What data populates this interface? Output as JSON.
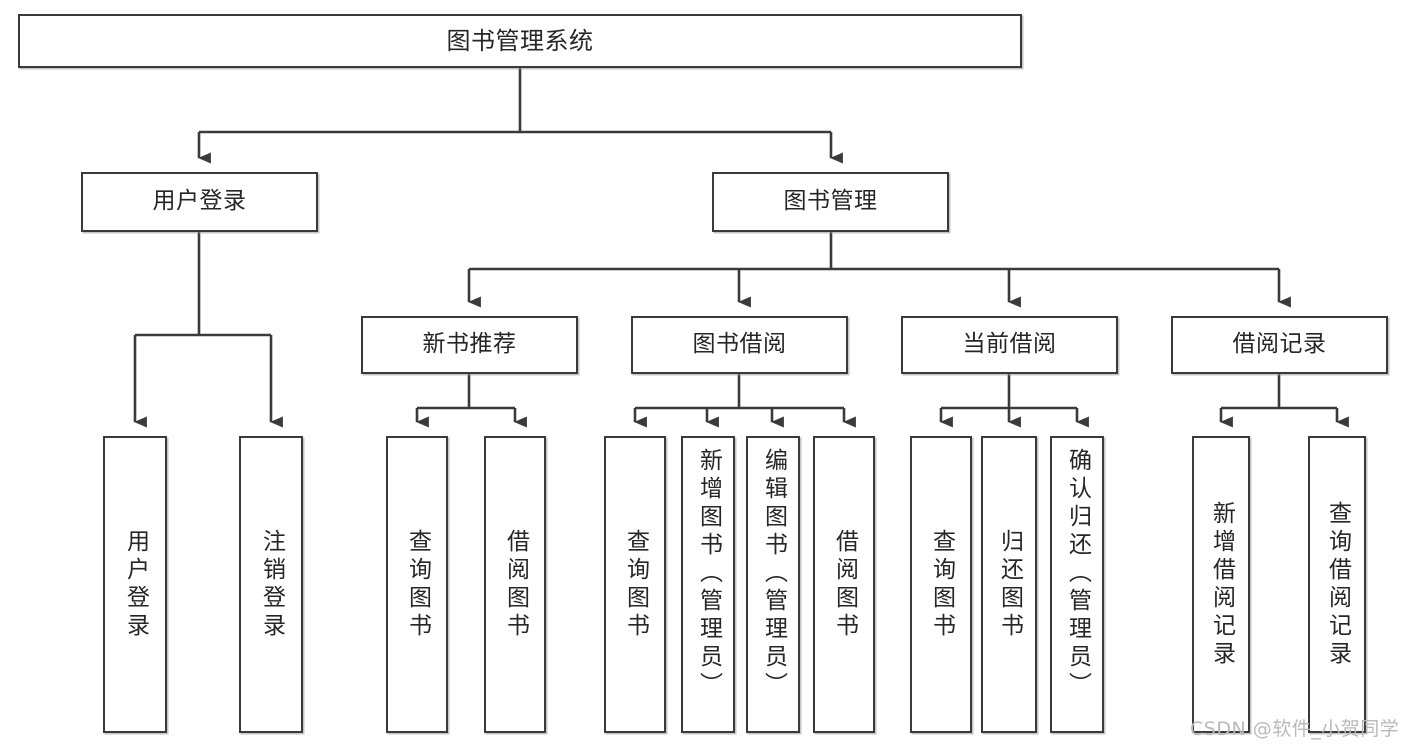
{
  "diagram": {
    "title": "图书管理系统",
    "type": "tree-hierarchy",
    "colors": {
      "stroke": "#3a3a3a",
      "fill": "#ffffff",
      "text": "#262626",
      "watermark": "#b9b9b9"
    },
    "nodes": {
      "root": {
        "label": "图书管理系统",
        "level": 1
      },
      "user_login": {
        "label": "用户登录",
        "level": 2
      },
      "book_manage": {
        "label": "图书管理",
        "level": 2
      },
      "new_book_rec": {
        "label": "新书推荐",
        "level": 3
      },
      "book_borrow": {
        "label": "图书借阅",
        "level": 3
      },
      "current_borrow": {
        "label": "当前借阅",
        "level": 3
      },
      "borrow_record": {
        "label": "借阅记录",
        "level": 3
      },
      "leaf_user_login": {
        "label": "用户登录",
        "level": 4
      },
      "leaf_logout": {
        "label": "注销登录",
        "level": 4
      },
      "leaf_query_book_1": {
        "label": "查询图书",
        "level": 4
      },
      "leaf_borrow_book_1": {
        "label": "借阅图书",
        "level": 4
      },
      "leaf_query_book_2": {
        "label": "查询图书",
        "level": 4
      },
      "leaf_add_book": {
        "label": "新增图书（管理员）",
        "level": 4
      },
      "leaf_edit_book": {
        "label": "编辑图书（管理员）",
        "level": 4
      },
      "leaf_borrow_book_2": {
        "label": "借阅图书",
        "level": 4
      },
      "leaf_query_book_3": {
        "label": "查询图书",
        "level": 4
      },
      "leaf_return_book": {
        "label": "归还图书",
        "level": 4
      },
      "leaf_confirm_return": {
        "label": "确认归还（管理员）",
        "level": 4
      },
      "leaf_add_record": {
        "label": "新增借阅记录",
        "level": 4
      },
      "leaf_query_record": {
        "label": "查询借阅记录",
        "level": 4
      }
    },
    "edges": [
      {
        "from": "root",
        "to": "user_login"
      },
      {
        "from": "root",
        "to": "book_manage"
      },
      {
        "from": "book_manage",
        "to": "new_book_rec"
      },
      {
        "from": "book_manage",
        "to": "book_borrow"
      },
      {
        "from": "book_manage",
        "to": "current_borrow"
      },
      {
        "from": "book_manage",
        "to": "borrow_record"
      },
      {
        "from": "user_login",
        "to": "leaf_user_login"
      },
      {
        "from": "user_login",
        "to": "leaf_logout"
      },
      {
        "from": "new_book_rec",
        "to": "leaf_query_book_1"
      },
      {
        "from": "new_book_rec",
        "to": "leaf_borrow_book_1"
      },
      {
        "from": "book_borrow",
        "to": "leaf_query_book_2"
      },
      {
        "from": "book_borrow",
        "to": "leaf_add_book"
      },
      {
        "from": "book_borrow",
        "to": "leaf_edit_book"
      },
      {
        "from": "book_borrow",
        "to": "leaf_borrow_book_2"
      },
      {
        "from": "current_borrow",
        "to": "leaf_query_book_3"
      },
      {
        "from": "current_borrow",
        "to": "leaf_return_book"
      },
      {
        "from": "current_borrow",
        "to": "leaf_confirm_return"
      },
      {
        "from": "borrow_record",
        "to": "leaf_add_record"
      },
      {
        "from": "borrow_record",
        "to": "leaf_query_record"
      }
    ]
  },
  "watermark": {
    "text": "CSDN @软件_小贺同学"
  }
}
